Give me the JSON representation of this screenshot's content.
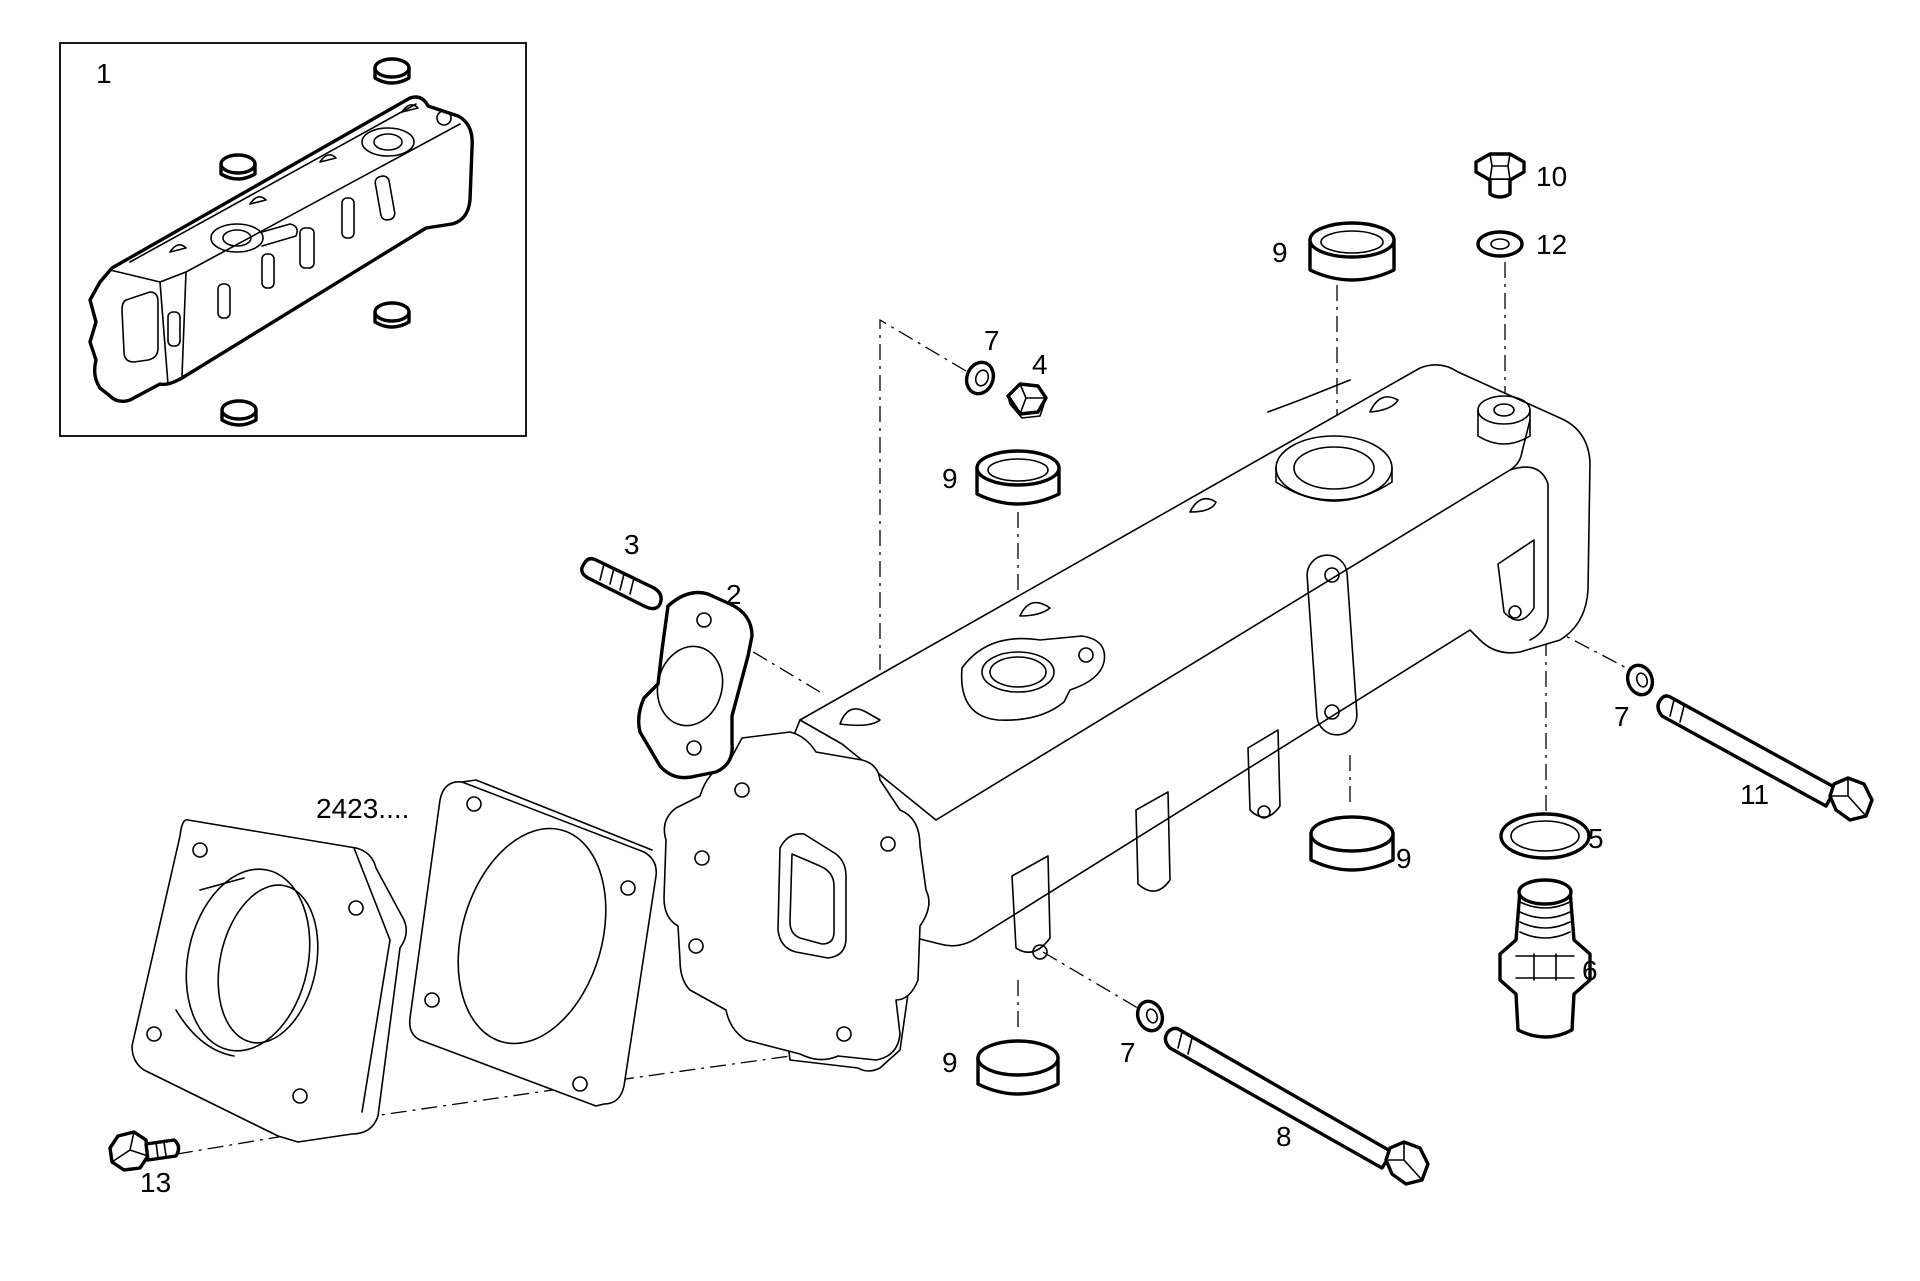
{
  "diagram": {
    "type": "exploded parts diagram",
    "subject": "exhaust manifold assembly",
    "inset_callout": "1",
    "reference_text": "2423....",
    "callouts": [
      {
        "id": "c2",
        "label": "2"
      },
      {
        "id": "c3",
        "label": "3"
      },
      {
        "id": "c4",
        "label": "4"
      },
      {
        "id": "c5",
        "label": "5"
      },
      {
        "id": "c6",
        "label": "6"
      },
      {
        "id": "c7a",
        "label": "7"
      },
      {
        "id": "c7b",
        "label": "7"
      },
      {
        "id": "c7c",
        "label": "7"
      },
      {
        "id": "c8",
        "label": "8"
      },
      {
        "id": "c9a",
        "label": "9"
      },
      {
        "id": "c9b",
        "label": "9"
      },
      {
        "id": "c9c",
        "label": "9"
      },
      {
        "id": "c9d",
        "label": "9"
      },
      {
        "id": "c10",
        "label": "10"
      },
      {
        "id": "c11",
        "label": "11"
      },
      {
        "id": "c12",
        "label": "12"
      },
      {
        "id": "c13",
        "label": "13"
      }
    ]
  }
}
